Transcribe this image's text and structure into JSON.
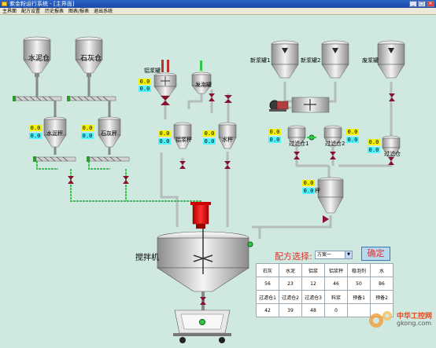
{
  "window": {
    "title": "紫金粉运行系统 - [主界面]"
  },
  "menu": {
    "items": [
      "主界面",
      "配方设置",
      "历史报表",
      "图表/报表",
      "退出系统"
    ]
  },
  "silos": [
    {
      "label": "水泥仓"
    },
    {
      "label": "石灰仓"
    }
  ],
  "scales": [
    {
      "label": "水泥秤",
      "values": [
        "0.0",
        "0.0"
      ]
    },
    {
      "label": "石灰秤",
      "values": [
        "0.0",
        "0.0"
      ]
    }
  ],
  "aluminum": {
    "tank_label": "铝浆罐",
    "tank_values": [
      "0.0",
      "0.0"
    ],
    "foam_label": "发泡罐",
    "scale_label": "铝浆秤",
    "scale_values": [
      "0.0",
      "0.0"
    ]
  },
  "water": {
    "scale_label": "水秤",
    "scale_values": [
      "0.0",
      "0.0"
    ]
  },
  "slurry": {
    "tanks": [
      "新浆罐1",
      "新浆罐2",
      "废浆罐"
    ],
    "filter1_label": "过滤仓1",
    "filter1_values": [
      "0.0",
      "0.0"
    ],
    "filter2_label": "过滤仓2",
    "filter2_values": [
      "0.0",
      "0.0"
    ],
    "waste_label": "过滤仓",
    "waste_values": [
      "0.0",
      "0.0"
    ],
    "scale_label": "料浆秤",
    "scale_values": [
      "0.0",
      "0.0"
    ]
  },
  "mixer": {
    "label": "搅拌机"
  },
  "recipe": {
    "label": "配方选择:",
    "selected": "方案一",
    "confirm": "确定",
    "rows": [
      [
        "石灰",
        "水泥",
        "铝浆",
        "铝浆秤",
        "稳泡剂",
        "水"
      ],
      [
        "56",
        "23",
        "12",
        "46",
        "50",
        "86"
      ],
      [
        "过滤仓1",
        "过滤仓2",
        "过滤仓3",
        "料浆",
        "预备1",
        "预备2"
      ],
      [
        "42",
        "39",
        "48",
        "0",
        "",
        ""
      ]
    ]
  },
  "watermark": {
    "line1": "中华工控网",
    "line2": "gkong.com"
  },
  "colors": {
    "background": "#cfe9e0",
    "value_yellow": "#f4f400",
    "value_cyan": "#4ff4ff",
    "pipe_green": "#2fc84a",
    "motor_red": "#e01818",
    "valve": "#8a1030"
  }
}
